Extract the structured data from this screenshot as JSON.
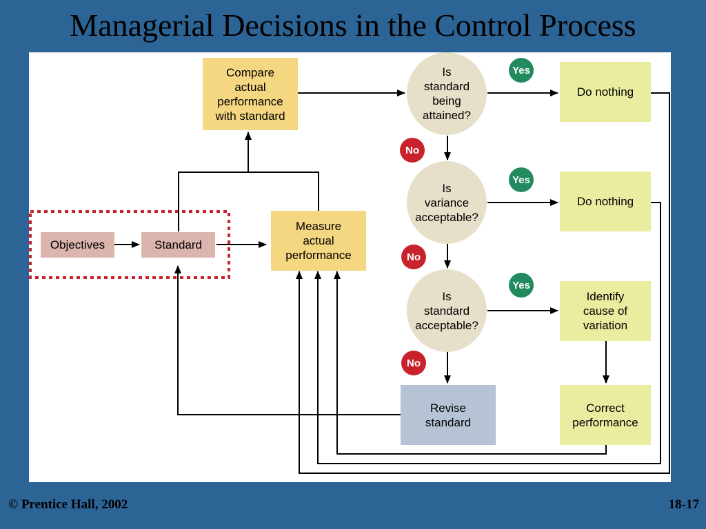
{
  "title": "Managerial Decisions in the Control Process",
  "diagram": {
    "objectives": "Objectives",
    "standard": "Standard",
    "measure": "Measure\nactual\nperformance",
    "compare": "Compare\nactual\nperformance\nwith standard",
    "q1": "Is\nstandard\nbeing\nattained?",
    "q2": "Is\nvariance\nacceptable?",
    "q3": "Is\nstandard\nacceptable?",
    "do_nothing_1": "Do nothing",
    "do_nothing_2": "Do nothing",
    "identify": "Identify\ncause of\nvariation",
    "correct": "Correct\nperformance",
    "revise": "Revise\nstandard",
    "yes": "Yes",
    "no": "No"
  },
  "footer": {
    "copyright": "© Prentice Hall, 2002",
    "slide_number": "18-17"
  },
  "colors": {
    "background": "#2d6496",
    "yellow_box": "#f5d681",
    "lime_box": "#eaeda0",
    "pink_box": "#dbb4ae",
    "blue_box": "#b5c3d4",
    "decision_circle": "#e6dfc9",
    "yes_badge": "#218a5f",
    "no_badge": "#c8232c",
    "dotted_border": "#c8232c"
  }
}
